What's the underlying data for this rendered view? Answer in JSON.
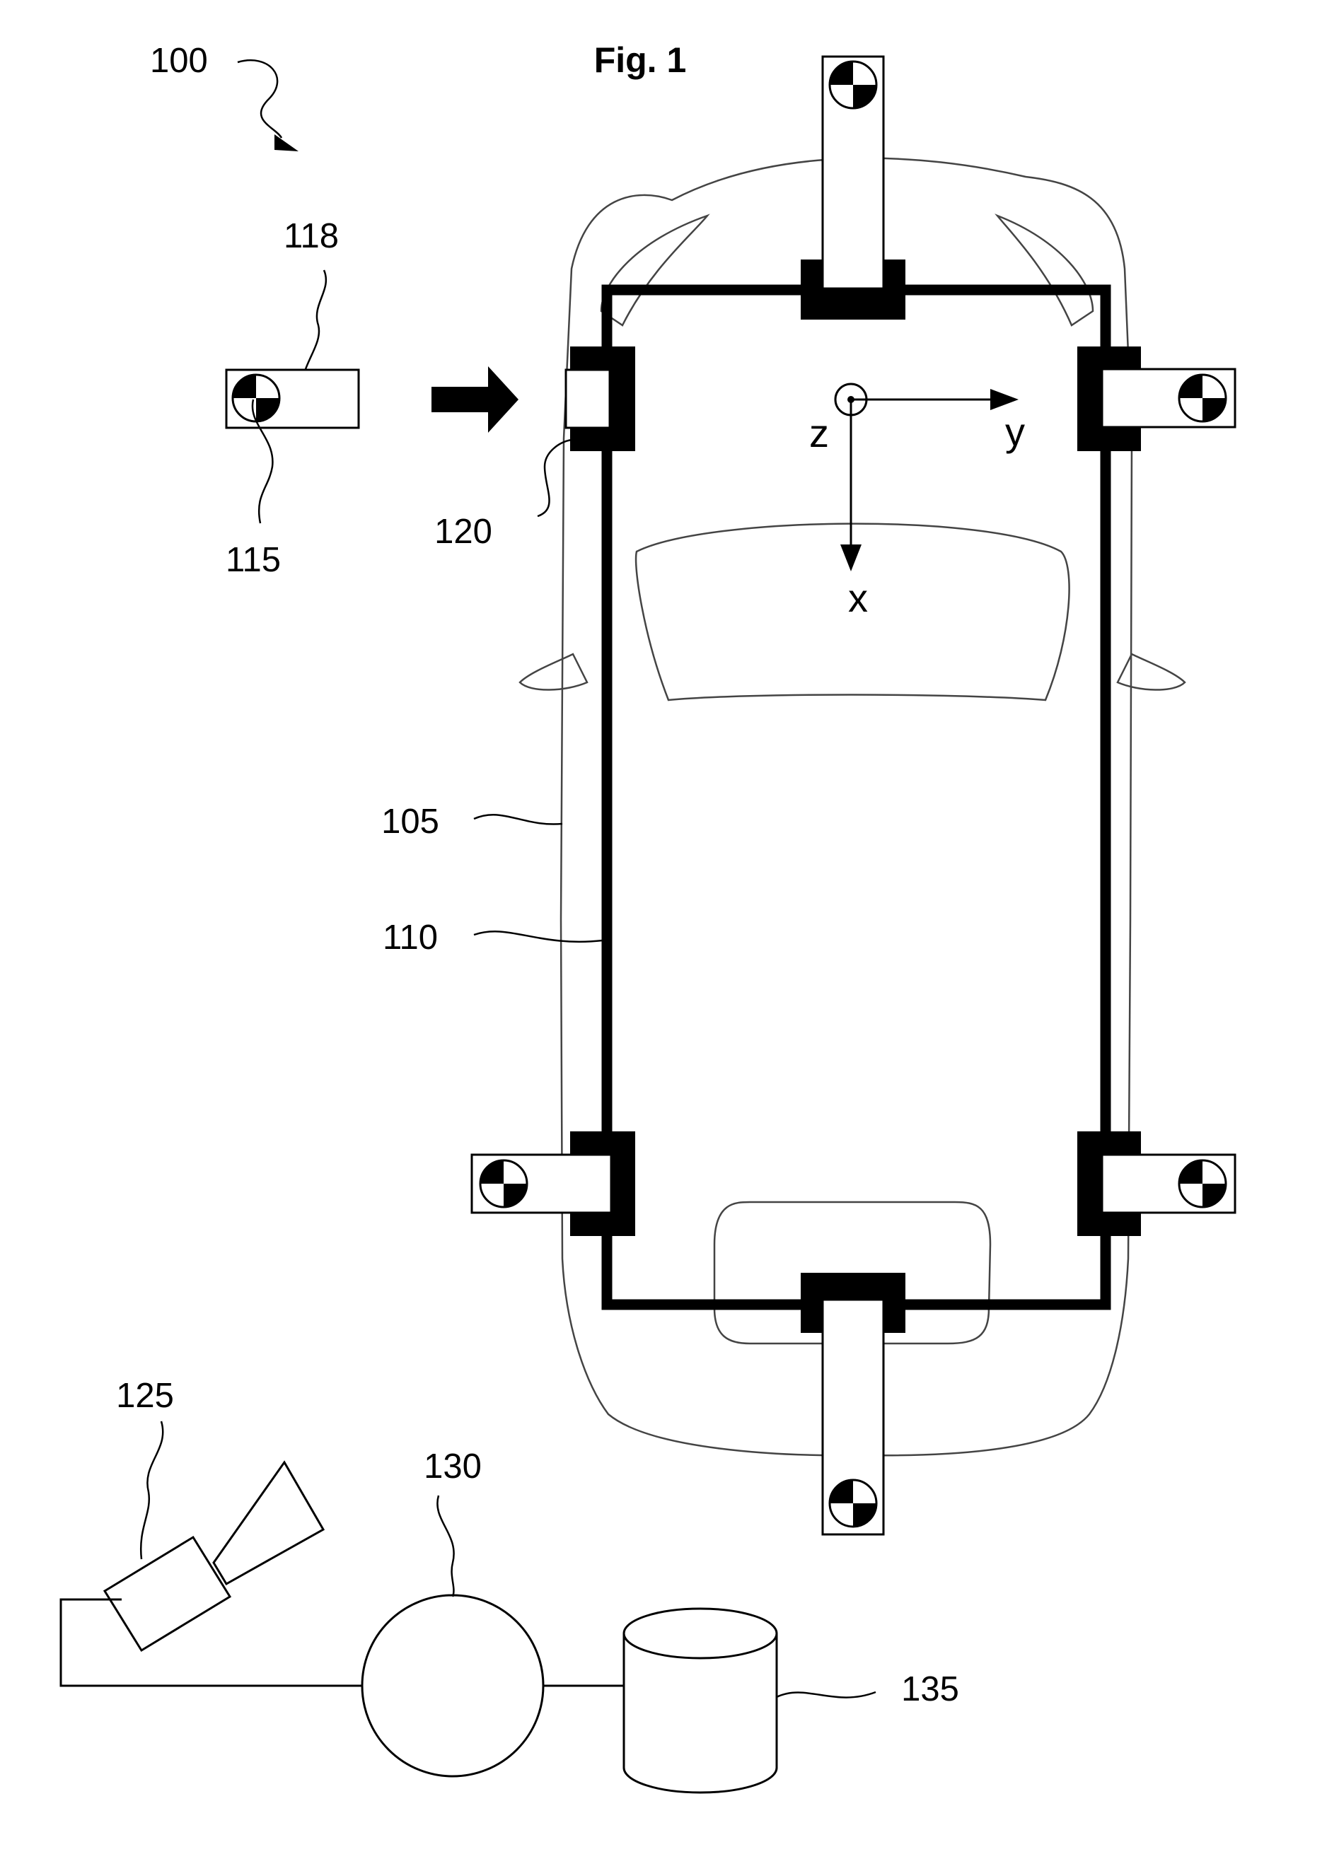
{
  "figure": {
    "title": "Fig. 1",
    "labels": {
      "system": "100",
      "vehicle": "105",
      "frame": "110",
      "marker": "115",
      "marker_carrier": "118",
      "mount": "120",
      "camera": "125",
      "processor": "130",
      "storage": "135"
    },
    "axes": {
      "x": "x",
      "y": "y",
      "z": "z"
    }
  },
  "colors": {
    "ink": "#000000",
    "outline": "#444444",
    "background": "#ffffff"
  }
}
